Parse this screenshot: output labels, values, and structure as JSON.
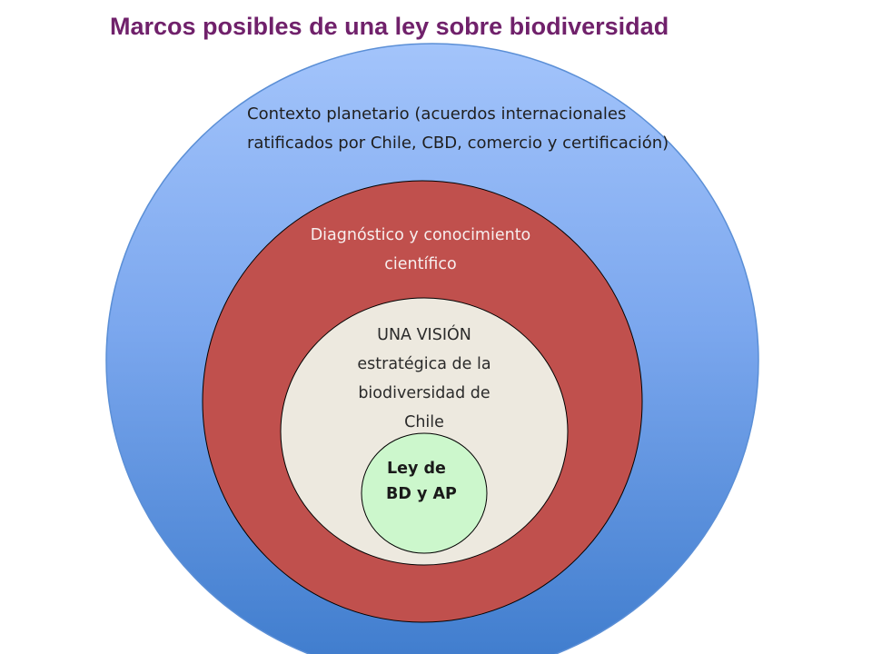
{
  "title": "Marcos posibles de una ley sobre biodiversidad",
  "colors": {
    "title": "#70216b",
    "outer_circle_top": "#9dbff8",
    "outer_circle_bottom": "#3f7fd0",
    "middle_circle": "#c0504d",
    "inner_circle": "#ede9df",
    "core_circle": "#ccf7cc"
  },
  "circles": {
    "outer": {
      "label": "Contexto planetario (acuerdos internacionales ratificados por Chile, CBD, comercio y certificación)"
    },
    "middle": {
      "label": "Diagnóstico y conocimiento científico"
    },
    "inner": {
      "label": "UNA VISIÓN estratégica de la biodiversidad de Chile"
    },
    "core": {
      "line1": "Ley de",
      "line2": "BD y AP"
    }
  }
}
